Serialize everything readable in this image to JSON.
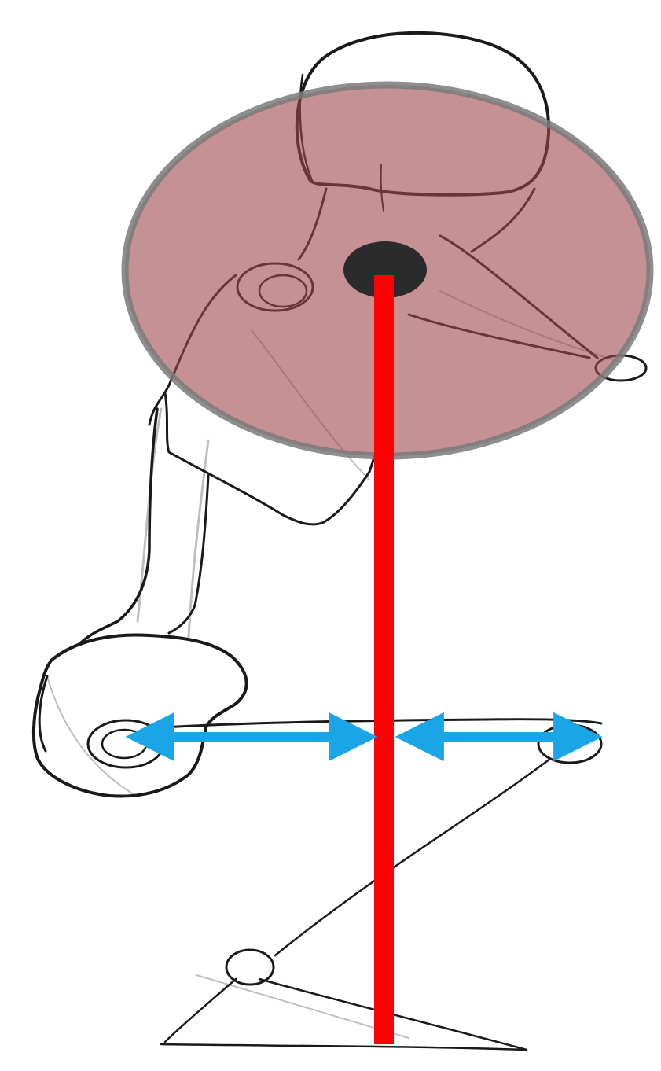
{
  "colors": {
    "background": "#ffffff",
    "balance_zone_fill": "#a0484f",
    "balance_zone_stroke": "#7a7a7a",
    "center_of_mass": "#2b2b2b",
    "plumb_line": "#ff0000",
    "arrows": "#1aa6e6",
    "sketch_ink": "#1a1a1a"
  },
  "icons": {
    "center_of_mass": "filled-dot",
    "arrow_left": "double-headed-arrow",
    "arrow_right": "double-headed-arrow"
  }
}
